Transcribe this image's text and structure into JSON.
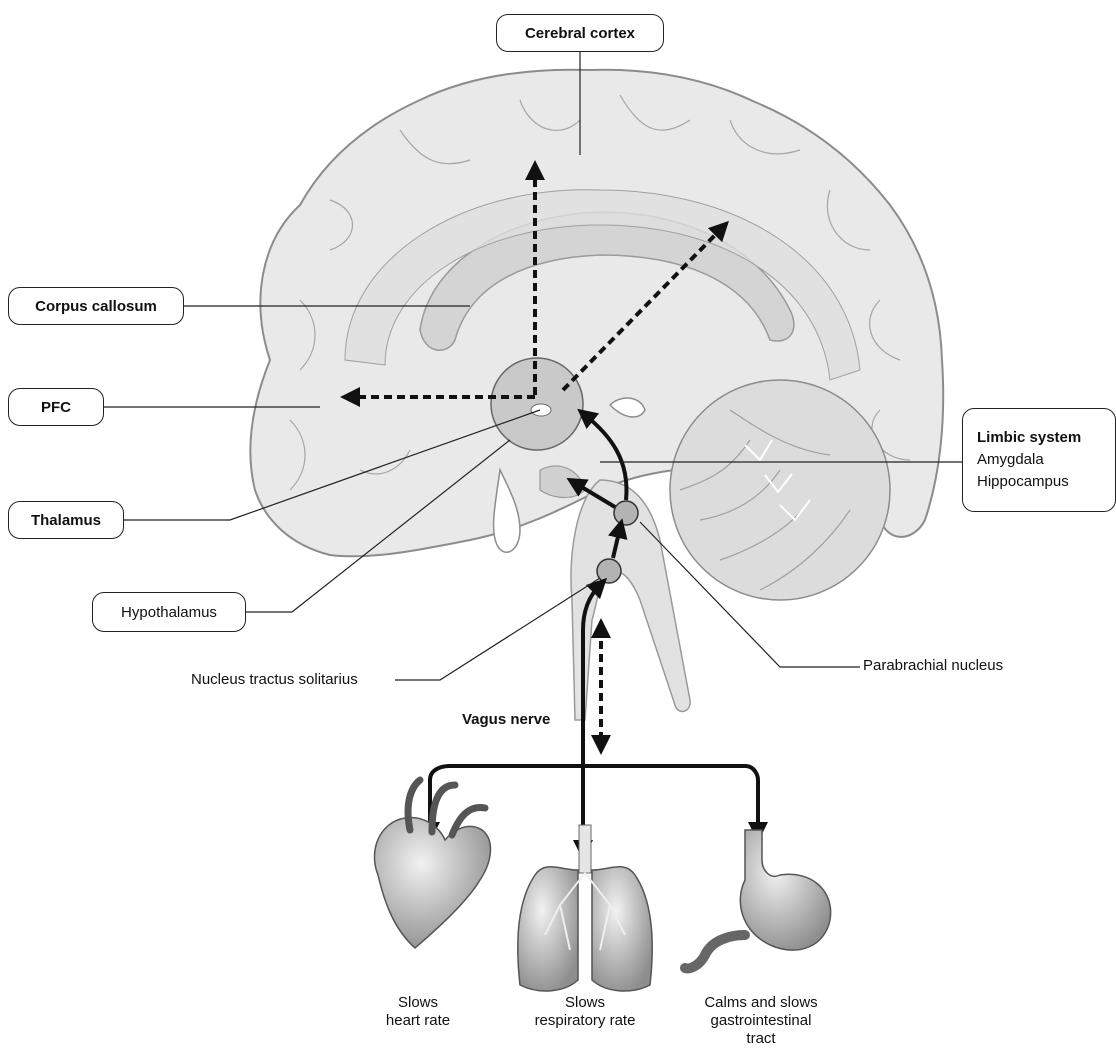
{
  "labels": {
    "cerebral_cortex": "Cerebral cortex",
    "corpus_callosum": "Corpus callosum",
    "pfc": "PFC",
    "thalamus": "Thalamus",
    "hypothalamus": "Hypothalamus",
    "limbic_system": {
      "title": "Limbic system",
      "items": [
        "Amygdala",
        "Hippocampus"
      ]
    },
    "nucleus_tractus_solitarius": "Nucleus tractus solitarius",
    "parabrachial_nucleus": "Parabrachial nucleus",
    "vagus_nerve": "Vagus nerve"
  },
  "organs": [
    {
      "organ": "heart",
      "caption_lines": [
        "Slows",
        "heart rate"
      ]
    },
    {
      "organ": "lungs",
      "caption_lines": [
        "Slows",
        "respiratory rate"
      ]
    },
    {
      "organ": "stomach",
      "caption_lines": [
        "Calms and slows",
        "gastrointestinal",
        "tract"
      ]
    }
  ],
  "colors": {
    "brain_fill": "#e9e9e9",
    "brain_outline": "#8c8c8c",
    "structure_fill": "#d4d4d4",
    "arrow": "#111111",
    "node_fill": "#b3b3b3"
  }
}
